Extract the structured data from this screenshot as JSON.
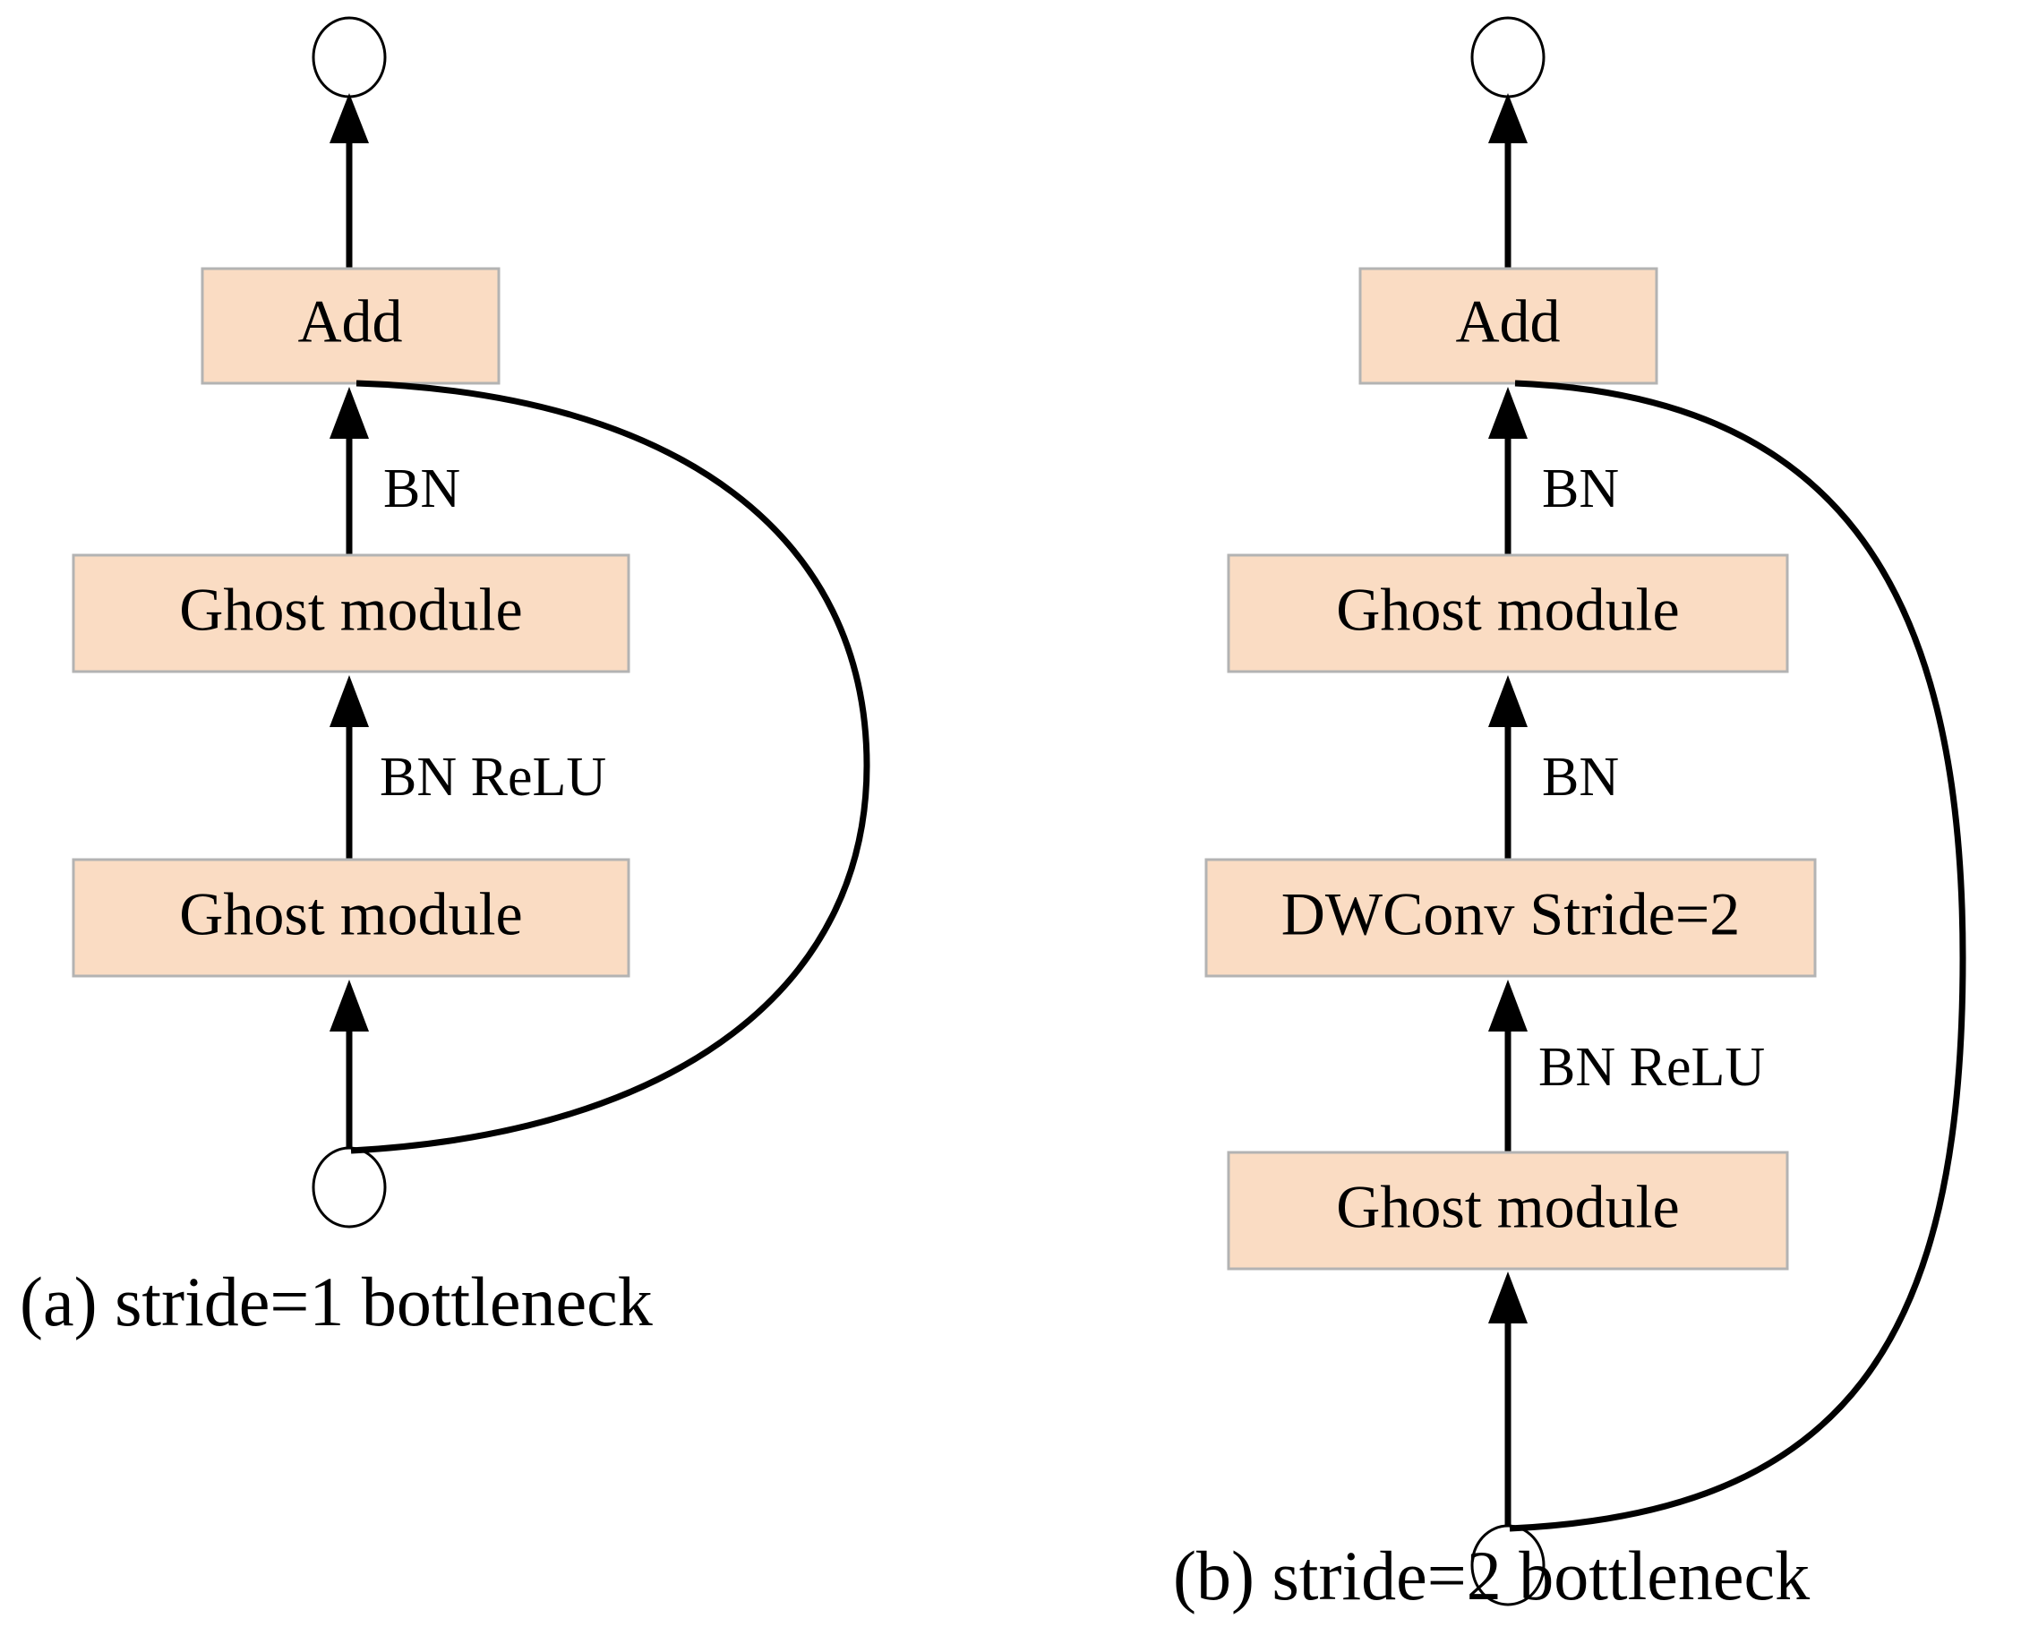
{
  "figure": {
    "background_color": "#ffffff",
    "box_fill_color": "#fadcc3",
    "box_border_color": "#b3b3b3",
    "line_color": "#000000"
  },
  "panels": [
    {
      "id": "panel-a",
      "caption": "(a) stride=1 bottleneck",
      "output_node_label": "",
      "input_node_label": "",
      "boxes": [
        {
          "id": "a-add",
          "label": "Add"
        },
        {
          "id": "a-ghost-top",
          "label": "Ghost module"
        },
        {
          "id": "a-ghost-bottom",
          "label": "Ghost module"
        }
      ],
      "edge_labels": [
        {
          "id": "a-edge-bn",
          "label": "BN"
        },
        {
          "id": "a-edge-bn-relu",
          "label": "BN ReLU"
        }
      ],
      "skip_connection": true
    },
    {
      "id": "panel-b",
      "caption": "(b) stride=2 bottleneck",
      "output_node_label": "",
      "input_node_label": "",
      "boxes": [
        {
          "id": "b-add",
          "label": "Add"
        },
        {
          "id": "b-ghost-top",
          "label": "Ghost module"
        },
        {
          "id": "b-dwconv",
          "label": "DWConv Stride=2"
        },
        {
          "id": "b-ghost-bottom",
          "label": "Ghost module"
        }
      ],
      "edge_labels": [
        {
          "id": "b-edge-bn-top",
          "label": "BN"
        },
        {
          "id": "b-edge-bn-mid",
          "label": "BN"
        },
        {
          "id": "b-edge-bn-relu",
          "label": "BN ReLU"
        }
      ],
      "skip_connection": true
    }
  ]
}
